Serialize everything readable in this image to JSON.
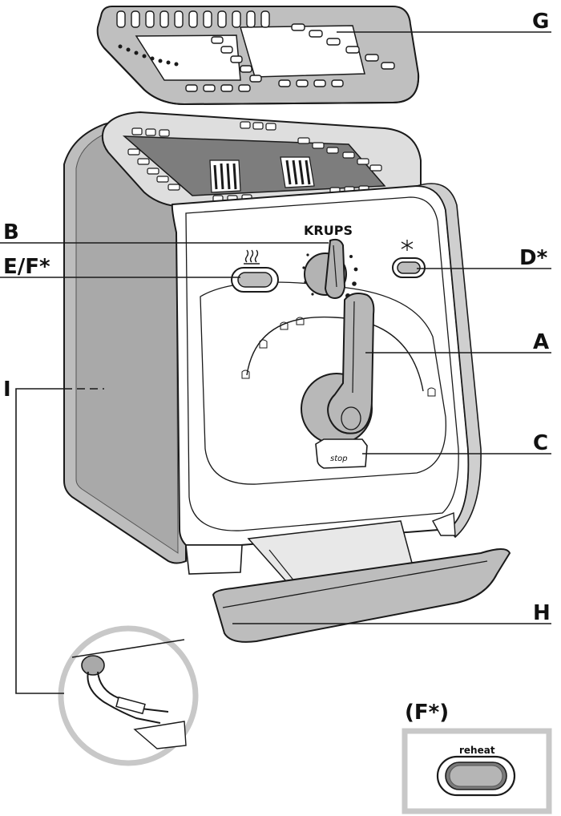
{
  "brand": "KRUPS",
  "stop_label": "stop",
  "reheat_label": "reheat",
  "inset_title": "(F*)",
  "callouts": {
    "a": "A",
    "b": "B",
    "c": "C",
    "d": "D*",
    "ef": "E/F*",
    "g": "G",
    "h": "H",
    "i": "I"
  },
  "icons": {
    "defrost": "snowflake-icon",
    "reheat": "steam-icon",
    "browning_levels": "toast-icon"
  },
  "colors": {
    "line": "#1a1a1a",
    "body_grey": "#b9b9b9",
    "slot_grey": "#7d7d7d",
    "inset_border": "#c8c8c8"
  }
}
